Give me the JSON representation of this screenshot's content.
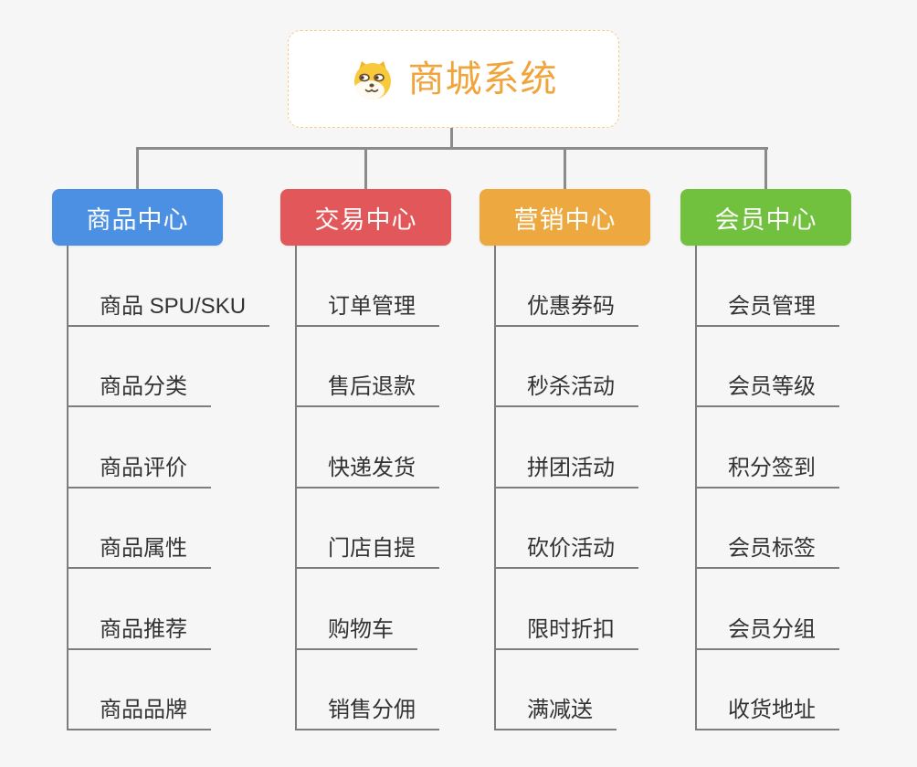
{
  "root": {
    "title": "商城系统",
    "icon": "shiba-dog-icon"
  },
  "branches": [
    {
      "label": "商品中心",
      "color": "#4b90e2",
      "items": [
        "商品 SPU/SKU",
        "商品分类",
        "商品评价",
        "商品属性",
        "商品推荐",
        "商品品牌"
      ]
    },
    {
      "label": "交易中心",
      "color": "#e2585a",
      "items": [
        "订单管理",
        "售后退款",
        "快递发货",
        "门店自提",
        "购物车",
        "销售分佣"
      ]
    },
    {
      "label": "营销中心",
      "color": "#eda93f",
      "items": [
        "优惠券码",
        "秒杀活动",
        "拼团活动",
        "砍价活动",
        "限时折扣",
        "满减送"
      ]
    },
    {
      "label": "会员中心",
      "color": "#71c13f",
      "items": [
        "会员管理",
        "会员等级",
        "积分签到",
        "会员标签",
        "会员分组",
        "收货地址"
      ]
    }
  ],
  "colors": {
    "background": "#f6f6f6",
    "connector": "#8b8b8b",
    "leaf_line": "#7d7d7d",
    "item_text": "#333333",
    "root_text": "#f0a43c",
    "root_border": "#f3cd8c"
  }
}
